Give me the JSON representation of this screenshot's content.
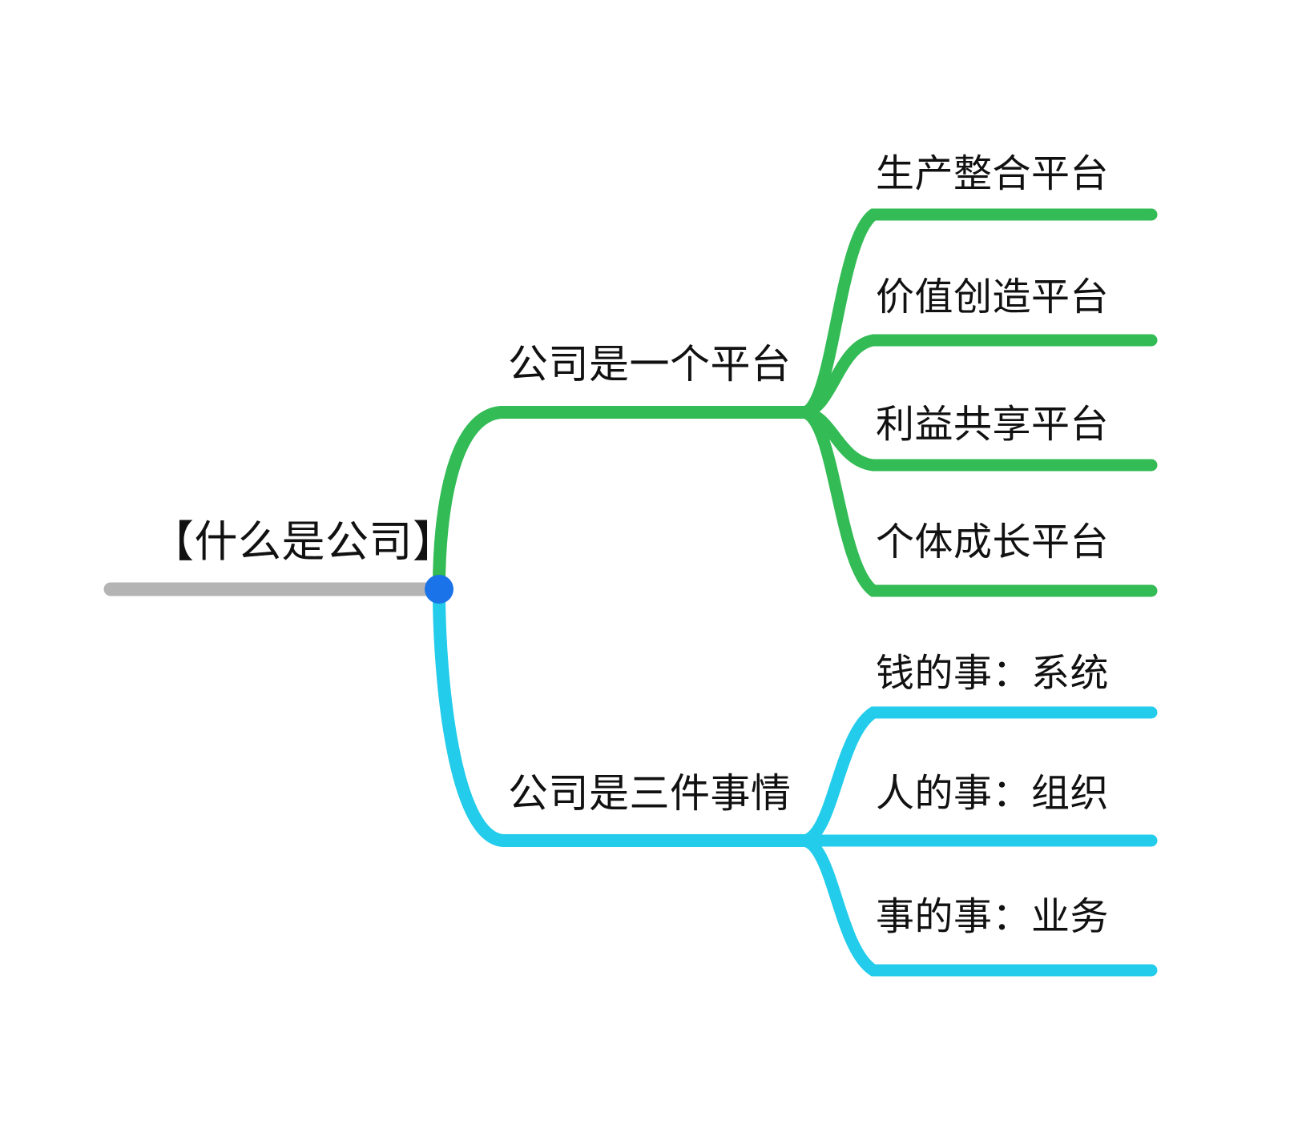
{
  "title": "【什么是公司】",
  "colors": {
    "root_bar": "#b4b4b4",
    "root_node": "#1a73e8",
    "branch_green": "#33bb55",
    "branch_cyan": "#22ccea",
    "text": "#111111",
    "background": "#ffffff"
  },
  "root": {
    "label": "【什么是公司】"
  },
  "branches": [
    {
      "label": "公司是一个平台",
      "color": "#33bb55",
      "leaves": [
        {
          "label": "生产整合平台"
        },
        {
          "label": "价值创造平台"
        },
        {
          "label": "利益共享平台"
        },
        {
          "label": "个体成长平台"
        }
      ]
    },
    {
      "label": "公司是三件事情",
      "color": "#22ccea",
      "leaves": [
        {
          "label": "钱的事：系统"
        },
        {
          "label": "人的事：组织"
        },
        {
          "label": "事的事：业务"
        }
      ]
    }
  ]
}
